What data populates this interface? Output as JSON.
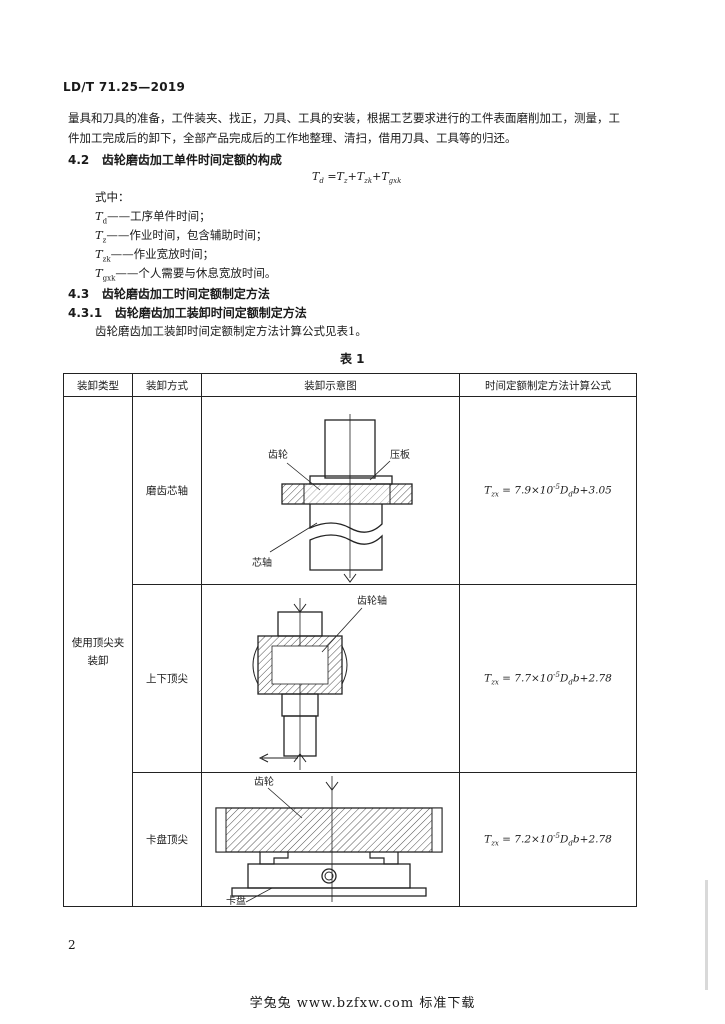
{
  "header": {
    "doc_id": "LD/T 71.25—2019"
  },
  "intro": {
    "line1": "量具和刀具的准备，工件装夹、找正，刀具、工具的安装，根据工艺要求进行的工件表面磨削加工，测量，工",
    "line2": "件加工完成后的卸下，全部产品完成后的工作地整理、清扫，借用刀具、工具等的归还。"
  },
  "s42": {
    "number": "4.2",
    "title": "齿轮磨齿加工单件时间定额的构成"
  },
  "main_formula": "T_d = T_z + T_zk + T_gxk",
  "where_label": "式中：",
  "definitions": [
    {
      "symbol": "T_d",
      "text": "——工序单件时间；"
    },
    {
      "symbol": "T_z",
      "text": "——作业时间，包含辅助时间；"
    },
    {
      "symbol": "T_zk",
      "text": "——作业宽放时间；"
    },
    {
      "symbol": "T_gxk",
      "text": "——个人需要与休息宽放时间。"
    }
  ],
  "s43": {
    "number": "4.3",
    "title": "齿轮磨齿加工时间定额制定方法"
  },
  "s431": {
    "number": "4.3.1",
    "title": "齿轮磨齿加工装卸时间定额制定方法"
  },
  "s431_text": "齿轮磨齿加工装卸时间定额制定方法计算公式见表1。",
  "table": {
    "caption": "表 1",
    "headers": [
      "装卸类型",
      "装卸方式",
      "装卸示意图",
      "时间定额制定方法计算公式"
    ],
    "type_label_line1": "使用顶尖夹",
    "type_label_line2": "装卸",
    "rows": [
      {
        "method": "磨齿芯轴",
        "formula": "T_zx = 7.9×10^-5 D_d b + 3.05",
        "labels": {
          "gear": "齿轮",
          "plate": "压板",
          "mandrel": "芯轴"
        }
      },
      {
        "method": "上下顶尖",
        "formula": "T_zx = 7.7×10^-5 D_d b + 2.78",
        "labels": {
          "gear_shaft": "齿轮轴"
        }
      },
      {
        "method": "卡盘顶尖",
        "formula": "T_zx = 7.2×10^-5 D_d b + 2.78",
        "labels": {
          "gear": "齿轮",
          "chuck": "卡盘"
        }
      }
    ]
  },
  "page_number": "2",
  "footer": "学兔兔 www.bzfxw.com 标准下载"
}
